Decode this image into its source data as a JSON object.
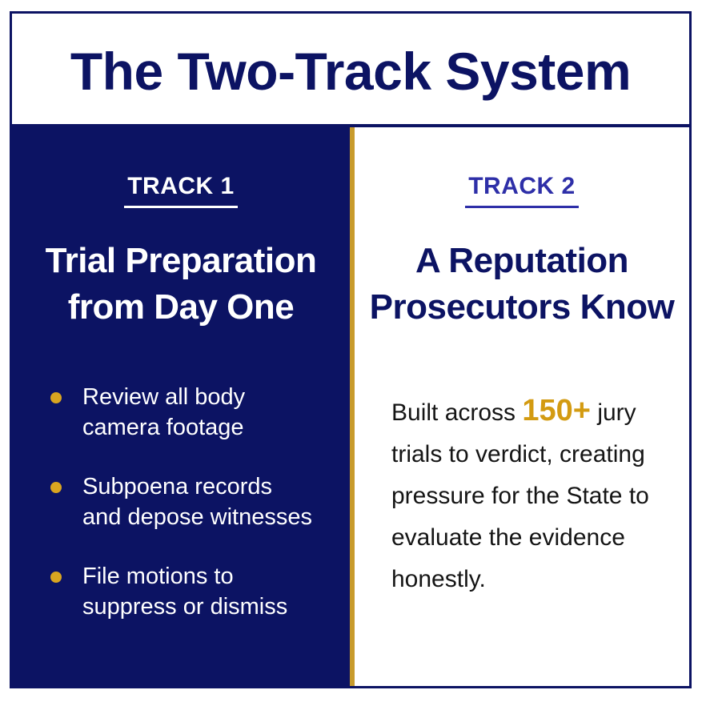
{
  "title": "The Two-Track System",
  "colors": {
    "navy": "#0c1363",
    "gold": "#c89b2c",
    "bullet_gold": "#d9a520",
    "track2_label": "#2e2fa8",
    "highlight": "#d39b12"
  },
  "track1": {
    "label": "TRACK 1",
    "heading_line1": "Trial Preparation",
    "heading_line2": "from Day One",
    "bullets": [
      {
        "line1": "Review all body",
        "line2": "camera footage"
      },
      {
        "line1": "Subpoena records",
        "line2": "and depose witnesses"
      },
      {
        "line1": "File motions to",
        "line2": "suppress or dismiss"
      }
    ]
  },
  "track2": {
    "label": "TRACK 2",
    "heading_line1": "A Reputation",
    "heading_line2": "Prosecutors Know",
    "body_before": "Built across ",
    "body_highlight": "150+",
    "body_after": " jury trials to verdict, creating pressure for the State to evaluate the evidence honestly."
  }
}
